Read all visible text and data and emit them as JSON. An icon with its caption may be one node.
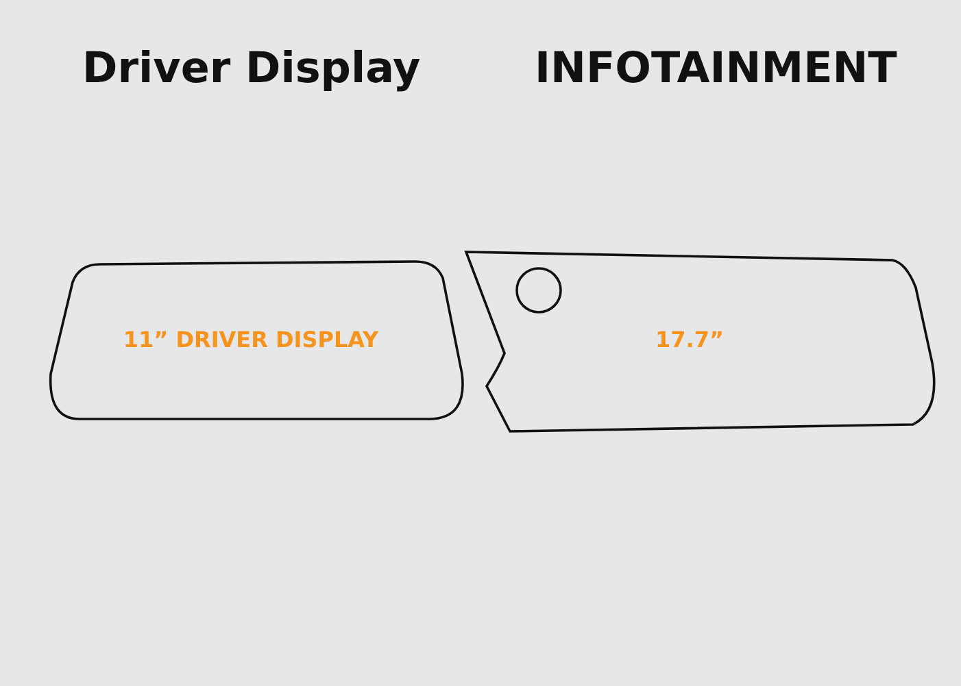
{
  "diagram": {
    "nodes": [
      {
        "text": [
          "11” DRIVER DISPLAY"
        ]
      },
      {
        "text": [
          "17.7”"
        ]
      }
    ],
    "labels": [
      "Driver Display",
      "INFOTAINMENT"
    ]
  }
}
